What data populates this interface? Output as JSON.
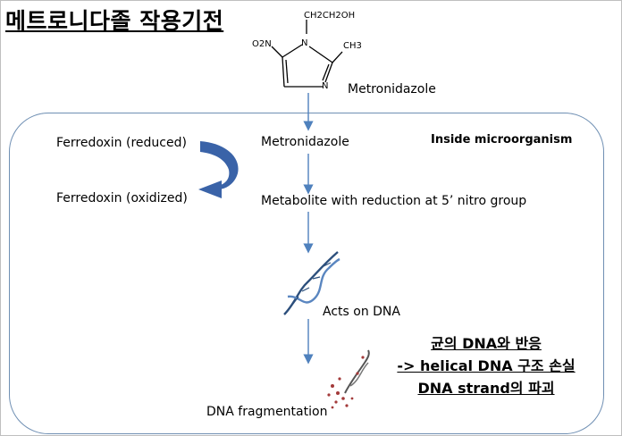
{
  "title": "메트로니다졸 작용기전",
  "molecule": {
    "substituent_top": "CH2CH2OH",
    "substituent_right": "CH3",
    "substituent_left": "O2N",
    "n_top": "N",
    "n_bottom": "N",
    "label": "Metronidazole"
  },
  "region_label": "Inside microorganism",
  "ferredoxin": {
    "reduced": "Ferredoxin (reduced)",
    "oxidized": "Ferredoxin (oxidized)"
  },
  "pathway": {
    "step1": "Metronidazole",
    "step2": "Metabolite with reduction at 5’ nitro group",
    "step3": "Acts on DNA",
    "step4": "DNA fragmentation"
  },
  "note": {
    "line1": "균의 DNA와 반응",
    "line2": "-> helical DNA 구조 손실",
    "line3": "DNA strand의 파괴"
  },
  "colors": {
    "arrow": "#4f81bd",
    "curved_arrow": "#3a63a8",
    "border": "#6f8fb3",
    "dna_blue": "#2c4f7c",
    "dna_red": "#a33a3a"
  }
}
